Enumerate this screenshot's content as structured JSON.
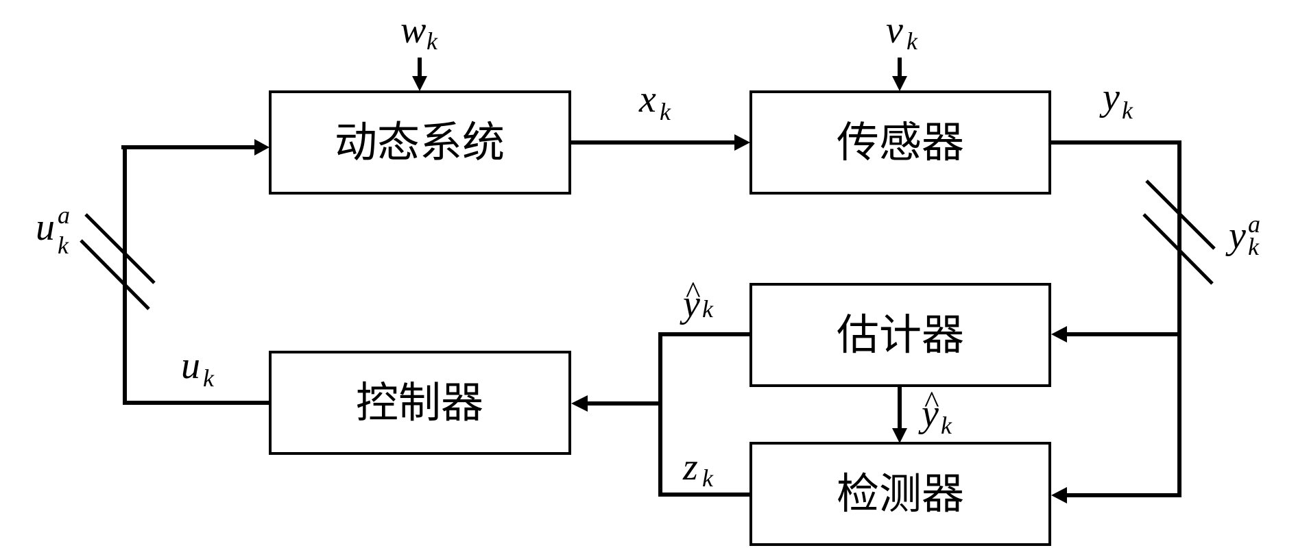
{
  "diagram": {
    "blocks": {
      "dynamic_system": "动态系统",
      "sensor": "传感器",
      "estimator": "估计器",
      "controller": "控制器",
      "detector": "检测器"
    },
    "signals": {
      "process_noise": {
        "base": "w",
        "sub": "k"
      },
      "measurement_noise": {
        "base": "v",
        "sub": "k"
      },
      "state": {
        "base": "x",
        "sub": "k"
      },
      "measurement": {
        "base": "y",
        "sub": "k"
      },
      "attacked_measurement": {
        "base": "y",
        "sub": "k",
        "sup": "a"
      },
      "attacked_control": {
        "base": "u",
        "sub": "k",
        "sup": "a"
      },
      "control": {
        "base": "u",
        "sub": "k"
      },
      "estimate_to_controller": {
        "base": "y",
        "sub": "k",
        "hat": "^"
      },
      "estimate_to_detector": {
        "base": "y",
        "sub": "k",
        "hat": "^"
      },
      "detector_output": {
        "base": "z",
        "sub": "k"
      }
    },
    "attack_marker": "double-slash"
  }
}
